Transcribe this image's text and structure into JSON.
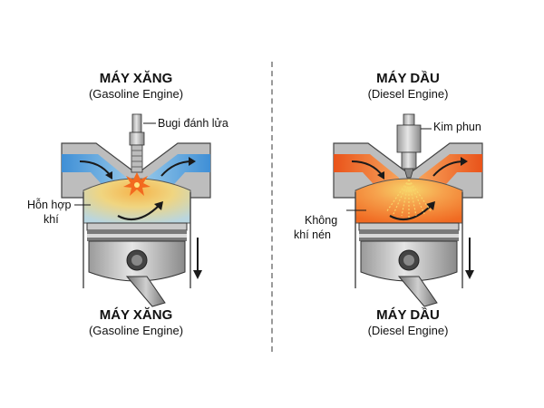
{
  "gasoline": {
    "title": "MÁY XĂNG",
    "subtitle": "(Gasoline Engine)",
    "bottom_title": "MÁY XĂNG",
    "bottom_subtitle": "(Gasoline Engine)",
    "spark_plug_label": "Bugi đánh lửa",
    "mixture_label_line1": "Hỗn hợp",
    "mixture_label_line2": "khí",
    "colors": {
      "port": "#4a9fde",
      "chamber": "#f0d070",
      "flash": "#f36a1f"
    }
  },
  "diesel": {
    "title": "MÁY DẦU",
    "subtitle": "(Diesel Engine)",
    "bottom_title": "MÁY DẦU",
    "bottom_subtitle": "(Diesel Engine)",
    "injector_label": "Kim phun",
    "air_label_line1": "Không",
    "air_label_line2": "khí nén",
    "colors": {
      "port": "#f26a24",
      "chamber": "#f5914a",
      "spray": "#f7d56a"
    }
  }
}
